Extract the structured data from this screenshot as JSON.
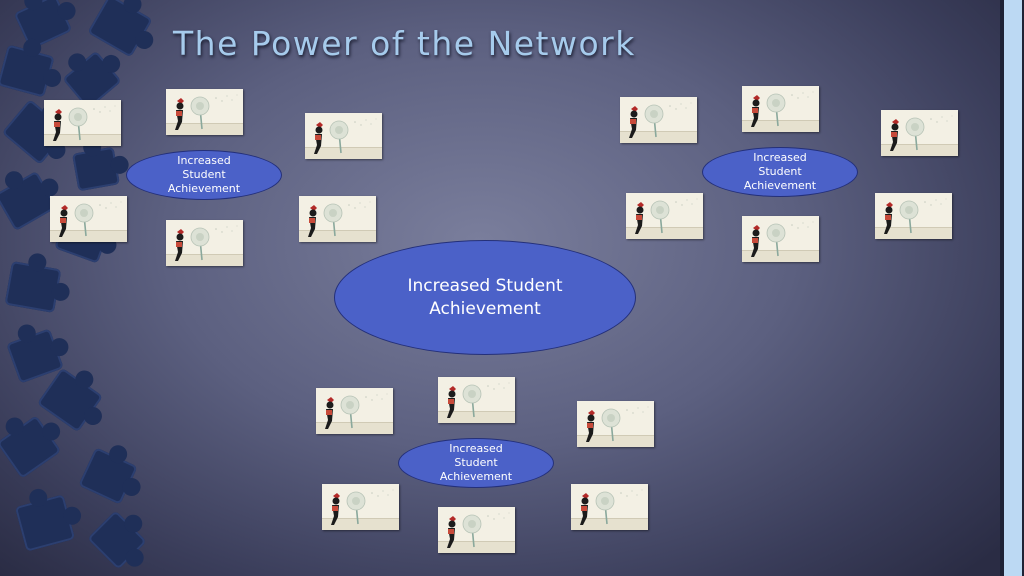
{
  "slide": {
    "title": "The Power of the Network"
  },
  "diagram": {
    "center_label": "Increased Student Achievement",
    "clusters": [
      {
        "label": "Increased Student Achievement",
        "thumbnail_count": 6
      },
      {
        "label": "Increased Student Achievement",
        "thumbnail_count": 6
      },
      {
        "label": "Increased Student Achievement",
        "thumbnail_count": 6
      }
    ]
  },
  "icons": {
    "thumbnail": "dandelion-blowing-photo-icon",
    "decor": "puzzle-piece-icon"
  },
  "colors": {
    "oval_fill": "#4b61c8",
    "title_text": "#a6cbec",
    "puzzle": "#1f2f58",
    "accent_bar": "#bcd9f3"
  }
}
